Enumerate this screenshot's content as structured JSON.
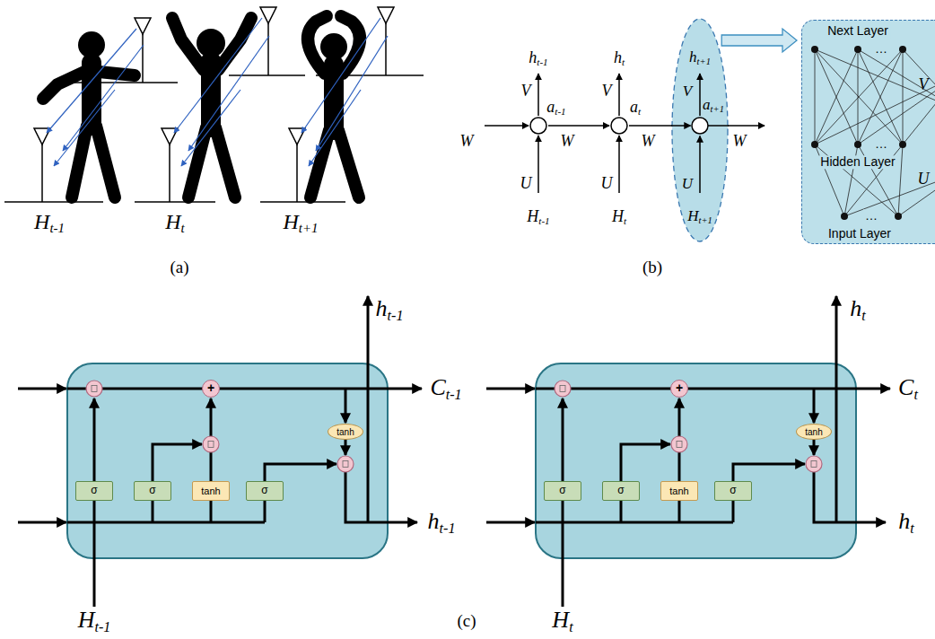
{
  "diagram": {
    "nodes": [
      {
        "text": [
          "ht+1",
          "V",
          "at+1",
          "U",
          "Ht+1"
        ]
      },
      {
        "text": [
          "Next Layer",
          "…",
          "…",
          "Hidden Layer",
          "…",
          "Input Layer"
        ]
      },
      {
        "text": [
          "σ"
        ]
      },
      {
        "text": [
          "σ"
        ]
      },
      {
        "text": [
          "tanh"
        ]
      },
      {
        "text": [
          "σ"
        ]
      },
      {
        "text": [
          "+"
        ]
      },
      {
        "text": [
          "tanh"
        ]
      },
      {
        "text": [
          "σ"
        ]
      },
      {
        "text": [
          "σ"
        ]
      },
      {
        "text": [
          "tanh"
        ]
      },
      {
        "text": [
          "σ"
        ]
      },
      {
        "text": [
          "+"
        ]
      },
      {
        "text": [
          "tanh"
        ]
      }
    ],
    "edges": [
      {
        "from": 0,
        "to": 1,
        "arrow": "to"
      },
      {
        "from": 4,
        "to": 6,
        "arrow": "to"
      },
      {
        "from": 10,
        "to": 12,
        "arrow": "to"
      }
    ],
    "labels": [
      "Ht-1",
      "Ht",
      "Ht+1",
      "(a)",
      "ht-1",
      "ht",
      "V",
      "V",
      "at-1",
      "at",
      "W",
      "W",
      "W",
      "W",
      "U",
      "U",
      "Ht-1",
      "Ht",
      "V",
      "U",
      "(b)",
      "ht-1",
      "Ct-1",
      "ht-1",
      "Ht-1",
      "ht",
      "Ct",
      "ht",
      "Ht",
      "(c)"
    ]
  }
}
